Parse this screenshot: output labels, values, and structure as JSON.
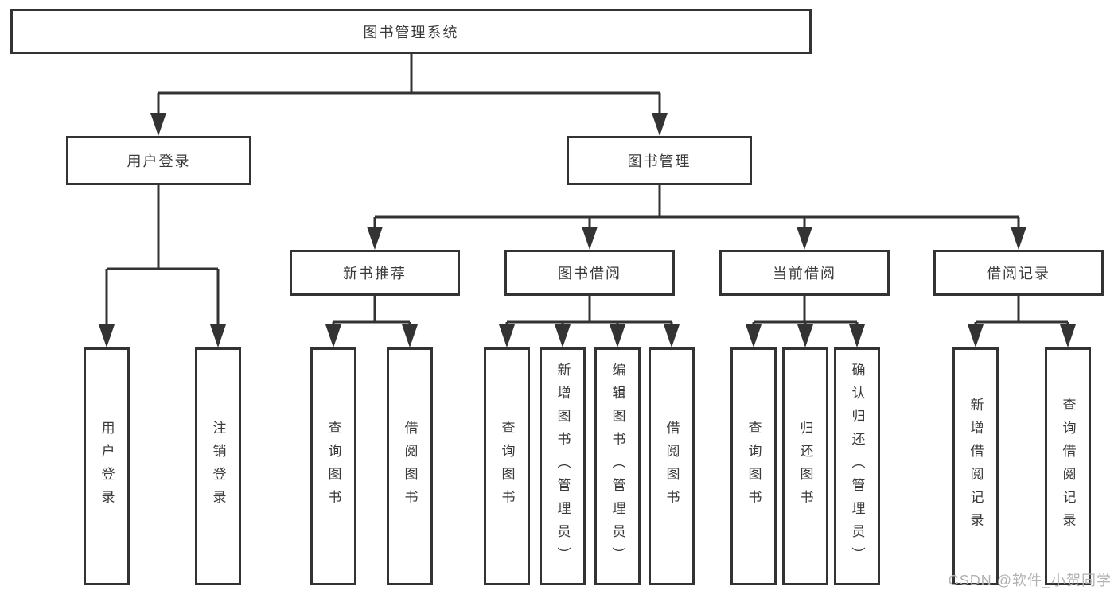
{
  "tree": {
    "root": {
      "label": "图书管理系统"
    },
    "branches": [
      {
        "label": "用户登录",
        "children": [
          {
            "label": "用户登录"
          },
          {
            "label": "注销登录"
          }
        ]
      },
      {
        "label": "图书管理",
        "children": [
          {
            "label": "新书推荐",
            "children": [
              {
                "label": "查询图书"
              },
              {
                "label": "借阅图书"
              }
            ]
          },
          {
            "label": "图书借阅",
            "children": [
              {
                "label": "查询图书"
              },
              {
                "label": "新增图书（管理员）"
              },
              {
                "label": "编辑图书（管理员）"
              },
              {
                "label": "借阅图书"
              }
            ]
          },
          {
            "label": "当前借阅",
            "children": [
              {
                "label": "查询图书"
              },
              {
                "label": "归还图书"
              },
              {
                "label": "确认归还（管理员）"
              }
            ]
          },
          {
            "label": "借阅记录",
            "children": [
              {
                "label": "新增借阅记录"
              },
              {
                "label": "查询借阅记录"
              }
            ]
          }
        ]
      }
    ]
  },
  "watermark": {
    "text": "CSDN @软件_小贺同学"
  },
  "colors": {
    "line": "#333333",
    "box_border": "#333333",
    "box_background": "#ffffff",
    "text": "#3a3a3a",
    "watermark_text": "#b2b2b2",
    "page_background": "#ffffff"
  }
}
